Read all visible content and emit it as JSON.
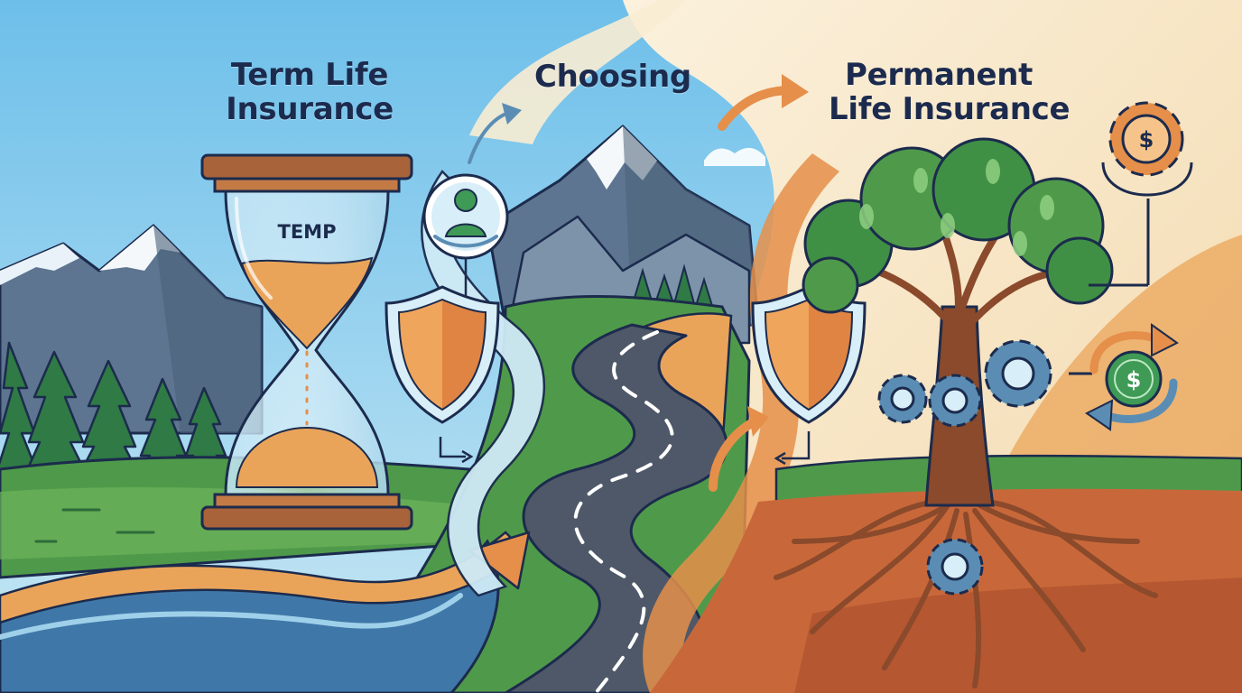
{
  "headings": {
    "term": [
      "Term Life",
      "Insurance"
    ],
    "choosing": "Choosing",
    "permanent": [
      "Permanent",
      "Life Insurance"
    ]
  },
  "hourglass": {
    "label": "TEMP"
  },
  "symbols": {
    "gear_dollar": "$",
    "cycle_dollar": "$"
  },
  "colors": {
    "sky": "#7cc6ec",
    "mountain": "#5d7590",
    "forest": "#2f7a45",
    "grass": "#4f9a4a",
    "river": "#3f78a8",
    "road": "#4e5868",
    "sand": "#eaa45a",
    "wood": "#a9633a",
    "shield": "#e58f4a",
    "gear": "#5b8db4",
    "leaf": "#3f8f45",
    "trunk": "#8a4a2b",
    "soil": "#c8683a",
    "money_green": "#3e9a55",
    "ink": "#1c2b4d"
  },
  "icons": [
    "hourglass-icon",
    "person-circle-icon",
    "shield-icon",
    "tree-icon",
    "gear-icon",
    "dollar-gear-icon",
    "dollar-cycle-icon",
    "arrow-icon"
  ]
}
